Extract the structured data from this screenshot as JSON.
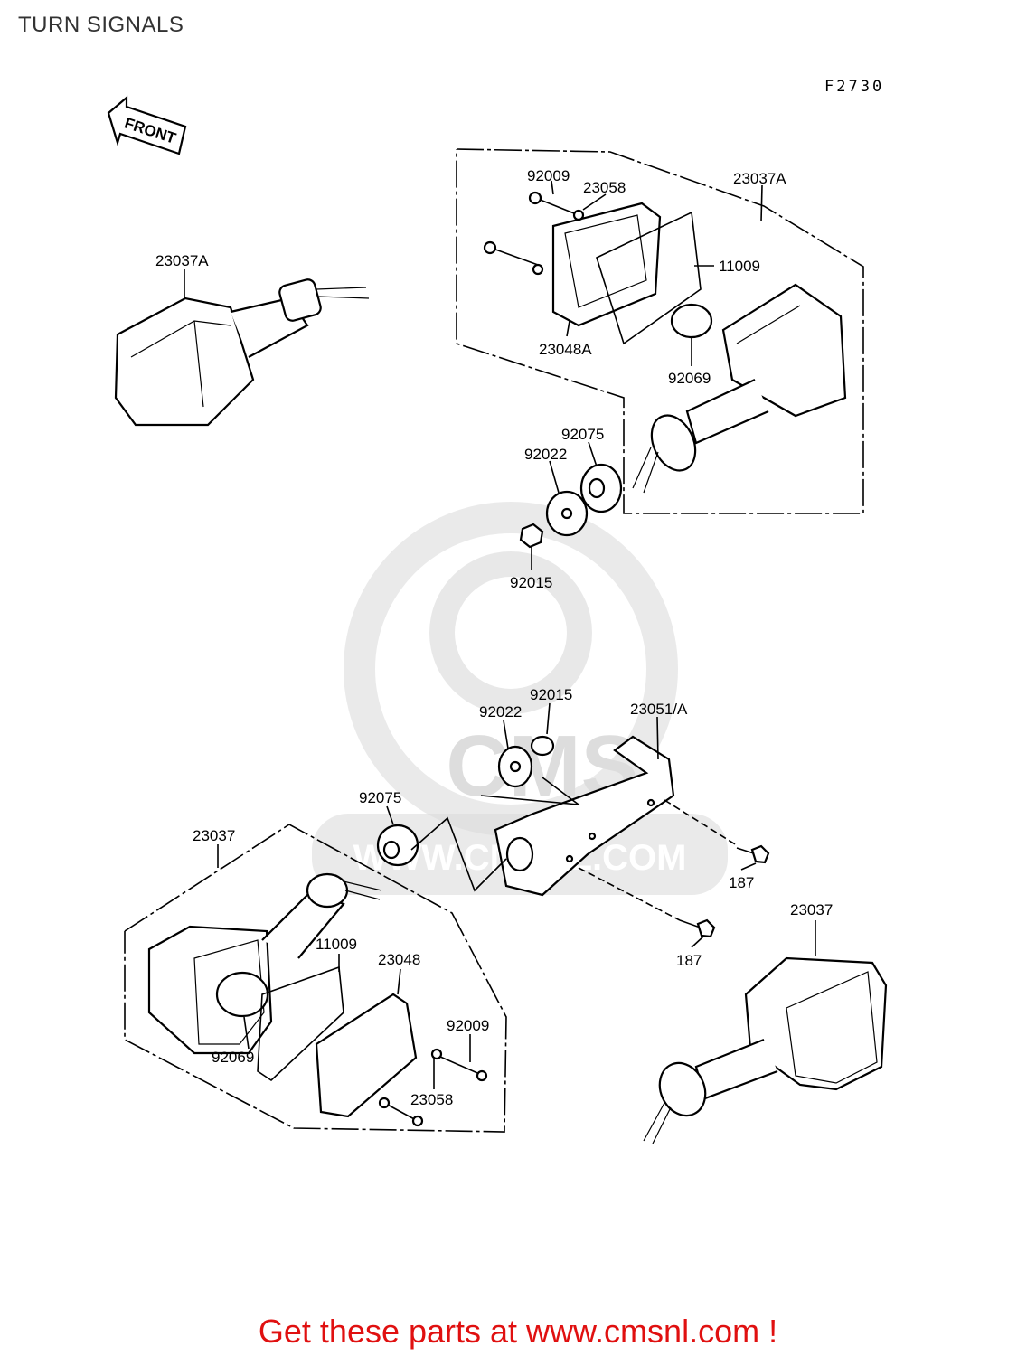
{
  "header": {
    "title": "TURN SIGNALS",
    "figure_code": "F2730"
  },
  "front_arrow": {
    "label": "FRONT"
  },
  "part_labels": {
    "upper_right": {
      "bolt": "92009",
      "washer": "23058",
      "assembly": "23037A",
      "gasket": "11009",
      "lens": "23048A",
      "bulb": "92069",
      "grommet": "92075",
      "plate_washer": "92022",
      "nut": "92015"
    },
    "upper_left": {
      "assembly": "23037A"
    },
    "bracket": {
      "nut": "92015",
      "plate_washer": "92022",
      "bracket": "23051/A",
      "grommet": "92075",
      "bolt_a": "187",
      "bolt_b": "187"
    },
    "lower_left": {
      "assembly": "23037",
      "gasket": "11009",
      "lens": "23048",
      "bolt": "92009",
      "bulb": "92069",
      "washer": "23058"
    },
    "lower_right": {
      "assembly": "23037"
    }
  },
  "watermark": {
    "text": "WWW.CMSNL.COM",
    "logo_text": "CMS"
  },
  "footer": {
    "text": "Get these parts at www.cmsnl.com !"
  }
}
